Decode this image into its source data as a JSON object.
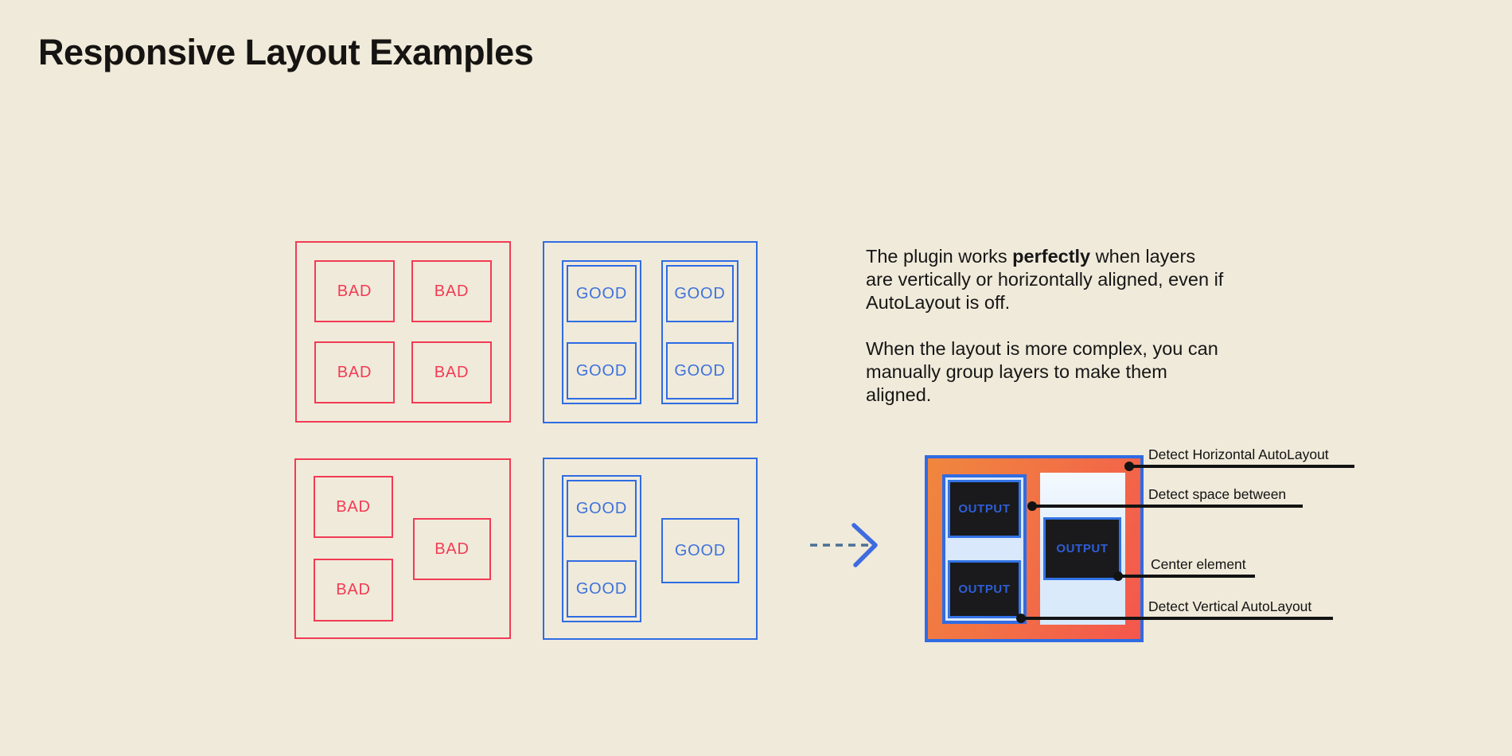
{
  "page": {
    "title": "Responsive Layout Examples"
  },
  "labels": {
    "bad": "BAD",
    "good": "GOOD",
    "output": "OUTPUT"
  },
  "description": {
    "p1_before": "The plugin works ",
    "p1_bold": "perfectly",
    "p1_after": " when layers are vertically or horizontally aligned, even if AutoLayout is off.",
    "p2": "When the layout is more complex, you can manually group layers to make them aligned."
  },
  "annotations": [
    {
      "label": "Detect Horizontal AutoLayout"
    },
    {
      "label": "Detect space between"
    },
    {
      "label": "Center element"
    },
    {
      "label": "Detect Vertical AutoLayout"
    }
  ],
  "colors": {
    "background": "#F0EADA",
    "red": "#F23B54",
    "blue": "#2F6CE3",
    "blue_text": "#3D72DC",
    "dark_box": "#1A1A1C",
    "light_blue_fill": "#D9E8FA",
    "gradient_orange": "#F0873E",
    "gradient_red": "#F4574D",
    "callout_black": "#131313",
    "arrow_dash": "#4A7096",
    "arrow_chevron": "#3E6CE0"
  }
}
